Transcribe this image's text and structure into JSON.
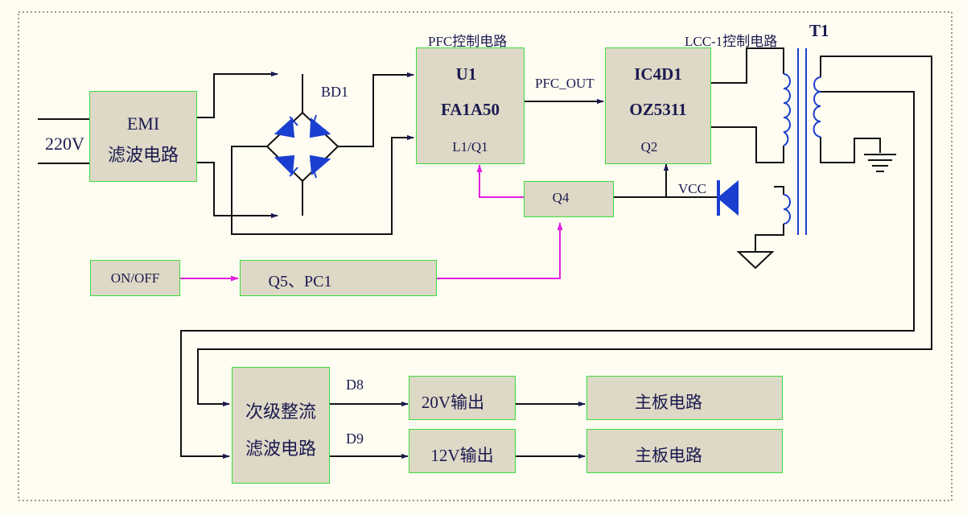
{
  "colors": {
    "background": "#fffdf2",
    "block_fill": "#ded8c6",
    "block_border": "#3ddc3d",
    "wire": "#111111",
    "control_wire": "#e020e0",
    "diode": "#1a3fd0",
    "transformer": "#1a3fd0",
    "text": "#1a1a50"
  },
  "input": {
    "voltage": "220V"
  },
  "emi": {
    "line1": "EMI",
    "line2": "滤波电路"
  },
  "bridge": {
    "label": "BD1"
  },
  "pfc": {
    "caption": "PFC控制电路",
    "line1": "U1",
    "line2": "FA1A50",
    "pin": "L1/Q1"
  },
  "pfc_out": {
    "label": "PFC_OUT"
  },
  "lcc": {
    "caption": "LCC-1控制电路",
    "line1": "IC4D1",
    "line2": "OZ5311",
    "pin": "Q2"
  },
  "transformer": {
    "label": "T1"
  },
  "vcc": {
    "label": "VCC"
  },
  "q4": {
    "label": "Q4"
  },
  "onoff": {
    "label": "ON/OFF"
  },
  "q5pc1": {
    "label": "Q5、PC1"
  },
  "secondary": {
    "line1": "次级整流",
    "line2": "滤波电路"
  },
  "outputs": [
    {
      "diode": "D8",
      "output": "20V输出",
      "load": "主板电路"
    },
    {
      "diode": "D9",
      "output": "12V输出",
      "load": "主板电路"
    }
  ]
}
